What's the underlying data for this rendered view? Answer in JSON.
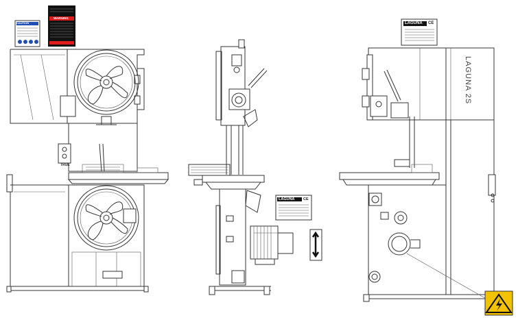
{
  "labels": {
    "left_caution_title": "CAUTION",
    "left_warning_title": "WARNING",
    "left_side_mark": "TRUE",
    "right_plate_brand": "LAGUNA",
    "right_plate_ce": "CE",
    "center_plate_brand": "LAGUNA",
    "center_plate_ce": "CE",
    "right_body_brand": "LAGUNA 2S"
  },
  "colors": {
    "line": "#333333",
    "warning_label_bg": "#e01b1b",
    "caution_blue": "#1f4fb4",
    "hazard_yellow": "#f2c200",
    "plate_black": "#111111"
  },
  "icons": [
    "electrical-hazard-icon",
    "motion-arrow-icon"
  ]
}
